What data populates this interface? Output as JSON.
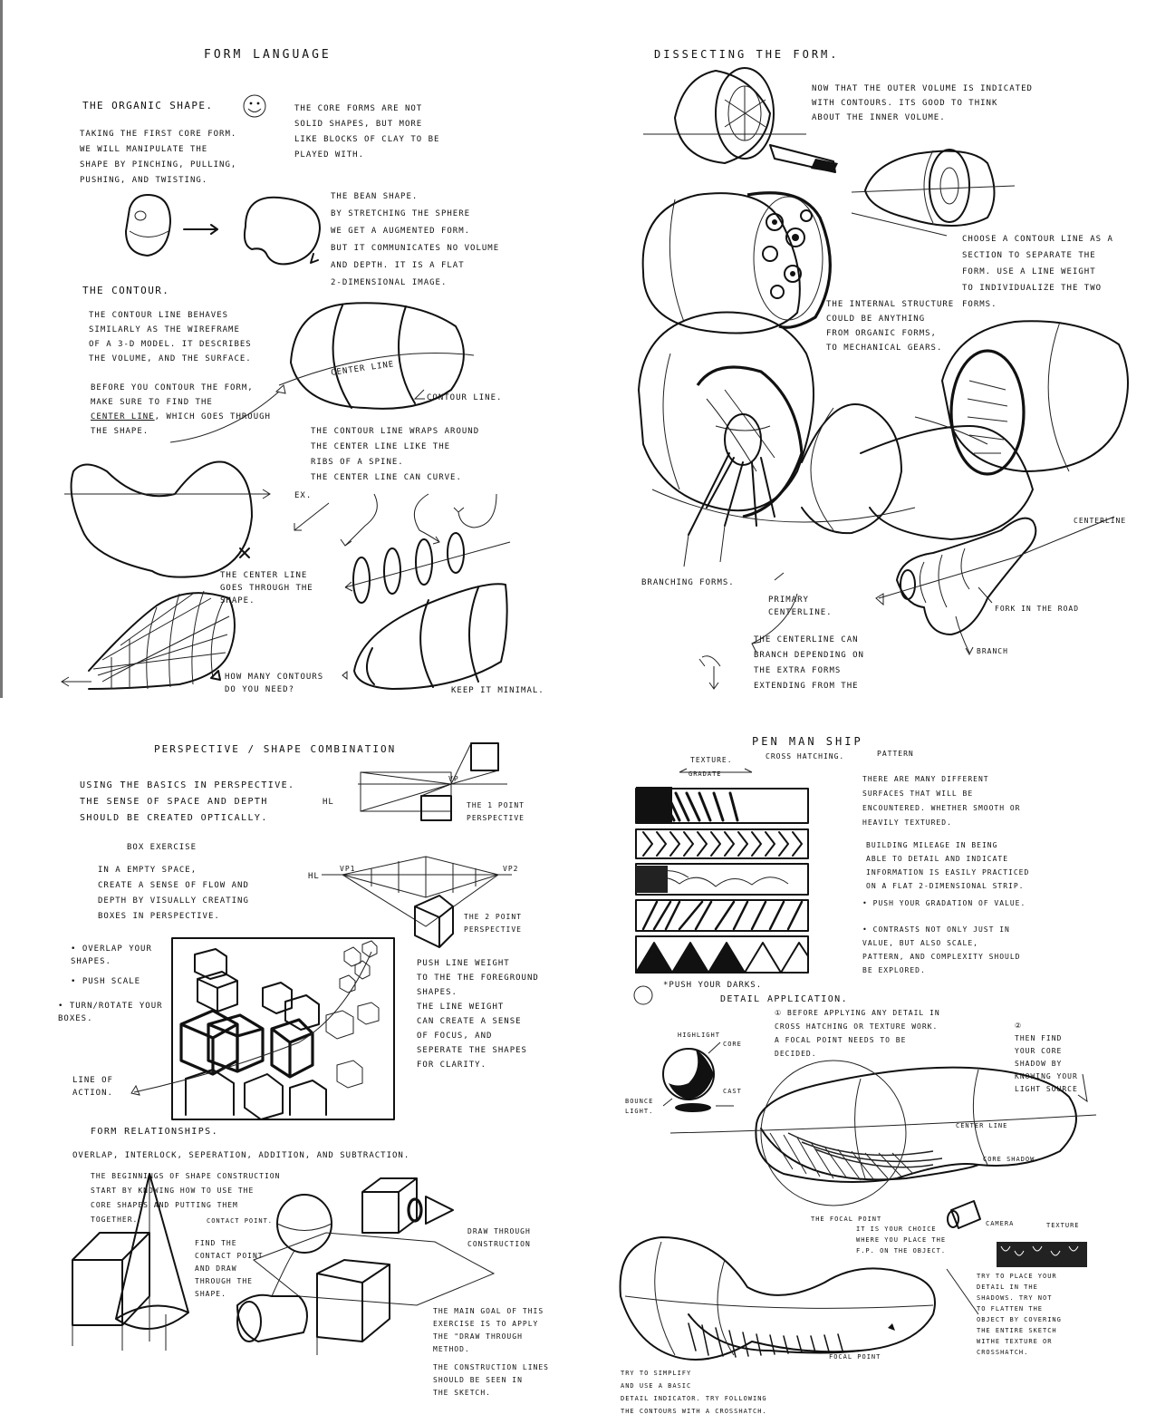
{
  "form_language": {
    "title": "FORM LANGUAGE",
    "organic_heading": "THE ORGANIC SHAPE.",
    "organic_text": "TAKING THE FIRST CORE FORM.\nWE WILL MANIPULATE THE\nSHAPE BY PINCHING, PULLING,\nPUSHING, AND TWISTING.",
    "core_forms_note": "THE CORE FORMS ARE NOT\nSOLID SHAPES, BUT MORE\nLIKE BLOCKS OF CLAY TO BE\nPLAYED WITH.",
    "bean_text": "THE BEAN SHAPE.\nBY STRETCHING THE SPHERE\nWE GET A AUGMENTED FORM.\nBUT IT COMMUNICATES NO VOLUME\nAND DEPTH. IT IS A FLAT\n2-DIMENSIONAL IMAGE.",
    "contour_heading": "THE CONTOUR.",
    "contour_text": "THE CONTOUR LINE BEHAVES\nSIMILARLY AS THE WIREFRAME\nOF A 3-D MODEL. IT DESCRIBES\nTHE VOLUME, AND THE SURFACE.",
    "before_text_1": "BEFORE YOU CONTOUR THE FORM,\nMAKE SURE TO FIND THE",
    "center_line_word": "CENTER LINE",
    "before_text_2": ", WHICH GOES THROUGH\nTHE SHAPE.",
    "center_line_label": "CENTER LINE",
    "contour_line_label": "CONTOUR LINE.",
    "wraps_text": "THE CONTOUR LINE WRAPS AROUND\nTHE CENTER LINE LIKE THE\nRIBS OF A SPINE.\nTHE CENTER LINE CAN CURVE.",
    "ex_label": "EX.",
    "goes_through": "THE CENTER LINE\nGOES THROUGH THE\nSHAPE.",
    "how_many": "HOW MANY CONTOURS\nDO YOU NEED?",
    "keep_minimal": "KEEP IT MINIMAL."
  },
  "dissecting": {
    "title": "DISSECTING THE FORM.",
    "outer_text": "NOW THAT THE OUTER VOLUME IS INDICATED\nWITH CONTOURS. ITS GOOD TO THINK\nABOUT THE INNER VOLUME.",
    "choose_text": "CHOOSE A CONTOUR LINE AS A\nSECTION TO SEPARATE THE\nFORM. USE A LINE WEIGHT\nTO INDIVIDUALIZE THE TWO\nFORMS.",
    "internal_text": "THE INTERNAL STRUCTURE\nCOULD BE ANYTHING\nFROM ORGANIC FORMS,\nTO MECHANICAL GEARS.",
    "branching": "BRANCHING FORMS.",
    "primary": "PRIMARY\nCENTERLINE.",
    "centerline_can": "THE CENTERLINE CAN\nBRANCH DEPENDING ON\nTHE EXTRA FORMS\nEXTENDING FROM THE",
    "centerline_label": "CENTERLINE",
    "fork_label": "FORK IN THE ROAD",
    "branch_label": "BRANCH"
  },
  "perspective": {
    "title": "PERSPECTIVE / SHAPE COMBINATION",
    "intro": "USING THE BASICS IN PERSPECTIVE.\nTHE SENSE OF SPACE AND DEPTH\nSHOULD BE CREATED OPTICALLY.",
    "box_heading": "BOX EXERCISE",
    "box_text": "IN A EMPTY SPACE,\nCREATE A SENSE OF FLOW AND\nDEPTH BY VISUALLY CREATING\nBOXES IN PERSPECTIVE.",
    "hl": "HL",
    "vp": "VP",
    "vp1": "VP1",
    "vp2": "VP2",
    "one_point": "THE 1 POINT\nPERSPECTIVE",
    "two_point": "THE 2 POINT\nPERSPECTIVE",
    "bullets": [
      "OVERLAP YOUR\nSHAPES.",
      "PUSH SCALE",
      "TURN/ROTATE YOUR\nBOXES."
    ],
    "push_text": "PUSH LINE WEIGHT\nTO THE THE FOREGROUND\nSHAPES.",
    "weight_text": "THE LINE WEIGHT\nCAN CREATE A SENSE\nOF FOCUS, AND\nSEPERATE THE SHAPES\nFOR CLARITY.",
    "line_of_action": "LINE OF\nACTION.",
    "form_rel": "FORM RELATIONSHIPS.",
    "rel_list": "OVERLAP, INTERLOCK, SEPERATION, ADDITION, AND SUBTRACTION.",
    "beginnings": "THE BEGINNINGS OF SHAPE CONSTRUCTION\nSTART BY KNOWING HOW TO USE THE\nCORE SHAPES AND PUTTING THEM\nTOGETHER.",
    "contact_point": "CONTACT POINT.",
    "find_contact": "FIND THE\nCONTACT POINT\nAND DRAW\nTHROUGH THE\nSHAPE.",
    "draw_through": "DRAW THROUGH\nCONSTRUCTION",
    "main_goal": "THE MAIN GOAL OF THIS\nEXERCISE IS TO APPLY\nTHE \"DRAW THROUGH\nMETHOD.",
    "construction_lines": "THE CONSTRUCTION LINES\nSHOULD BE SEEN IN\nTHE SKETCH."
  },
  "penmanship": {
    "title": "PEN MAN SHIP",
    "texture": "TEXTURE.",
    "cross": "CROSS HATCHING.",
    "pattern": "PATTERN",
    "gradate": "GRADATE",
    "surfaces": "THERE ARE MANY DIFFERENT\nSURFACES THAT WILL BE\nENCOUNTERED. WHETHER SMOOTH OR\nHEAVILY TEXTURED.",
    "mileage": "BUILDING MILEAGE IN BEING\nABLE TO DETAIL AND INDICATE\nINFORMATION IS EASILY PRACTICED\nON A FLAT 2-DIMENSIONAL STRIP.",
    "push_grad": "PUSH YOUR GRADATION OF VALUE.",
    "contrasts": "CONTRASTS NOT ONLY JUST IN\nVALUE, BUT ALSO SCALE,\nPATTERN, AND COMPLEXITY SHOULD\nBE EXPLORED.",
    "push_darks": "*PUSH YOUR DARKS.",
    "detail_heading": "DETAIL APPLICATION.",
    "step1": "BEFORE APPLYING ANY DETAIL IN\nCROSS HATCHING OR TEXTURE WORK.\nA FOCAL POINT NEEDS TO BE\nDECIDED.",
    "step2": "THEN FIND\nYOUR CORE\nSHADOW BY\nKNOWING YOUR\nLIGHT SOURCE",
    "highlight": "HIGHLIGHT",
    "core": "CORE",
    "cast": "CAST",
    "bounce": "BOUNCE\nLIGHT.",
    "center_line": "CENTER LINE",
    "core_shadow": "CORE SHADOW",
    "focal_point": "THE FOCAL POINT",
    "your_choice": "IT IS YOUR CHOICE\nWHERE YOU PLACE THE\nF.P. ON THE OBJECT.",
    "camera": "CAMERA",
    "texture_label": "TEXTURE",
    "try_place": "TRY TO PLACE YOUR\nDETAIL IN THE\nSHADOWS. TRY NOT\nTO FLATTEN THE\nOBJECT BY COVERING\nTHE ENTIRE SKETCH\nWITHE TEXTURE OR\nCROSSHATCH.",
    "try_simplify": "TRY TO SIMPLIFY\nAND USE A BASIC\nDETAIL INDICATOR. TRY FOLLOWING\nTHE CONTOURS WITH A CROSSHATCH.",
    "focal_point_2": "FOCAL POINT"
  }
}
